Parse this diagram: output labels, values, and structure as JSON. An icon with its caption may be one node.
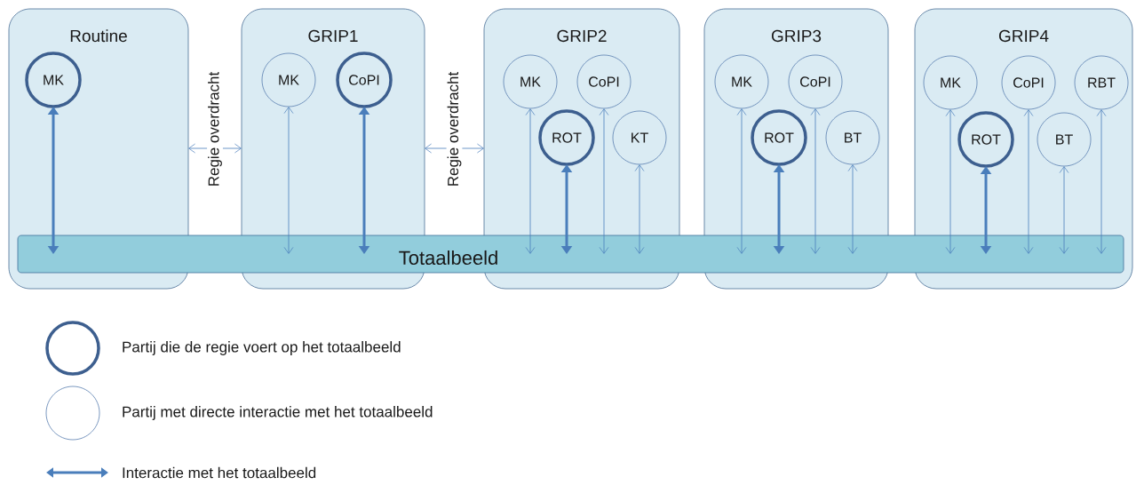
{
  "diagram": {
    "nodes": [
      {
        "text": [
          "Routine"
        ]
      },
      {
        "text": [
          "MK"
        ],
        "in": 0
      },
      {
        "text": [
          "GRIP1"
        ]
      },
      {
        "text": [
          "MK"
        ],
        "in": 2
      },
      {
        "text": [
          "CoPI"
        ],
        "in": 2
      },
      {
        "text": [
          "GRIP2"
        ]
      },
      {
        "text": [
          "MK"
        ],
        "in": 5
      },
      {
        "text": [
          "CoPI"
        ],
        "in": 5
      },
      {
        "text": [
          "ROT"
        ],
        "in": 5
      },
      {
        "text": [
          "KT"
        ],
        "in": 5
      },
      {
        "text": [
          "GRIP3"
        ]
      },
      {
        "text": [
          "MK"
        ],
        "in": 10
      },
      {
        "text": [
          "CoPI"
        ],
        "in": 10
      },
      {
        "text": [
          "ROT"
        ],
        "in": 10
      },
      {
        "text": [
          "BT"
        ],
        "in": 10
      },
      {
        "text": [
          "GRIP4"
        ]
      },
      {
        "text": [
          "MK"
        ],
        "in": 15
      },
      {
        "text": [
          "CoPI"
        ],
        "in": 15
      },
      {
        "text": [
          "RBT"
        ],
        "in": 15
      },
      {
        "text": [
          "ROT"
        ],
        "in": 15
      },
      {
        "text": [
          "BT"
        ],
        "in": 15
      },
      {
        "text": [
          "Totaalbeeld"
        ]
      }
    ],
    "edges": [
      {
        "from": 0,
        "to": 2,
        "arrow": "both",
        "label": "Regie overdracht"
      },
      {
        "from": 2,
        "to": 5,
        "arrow": "both",
        "label": "Regie overdracht"
      },
      {
        "from": 1,
        "to": 21,
        "arrow": "both",
        "style": "thick"
      },
      {
        "from": 3,
        "to": 21,
        "arrow": "both"
      },
      {
        "from": 4,
        "to": 21,
        "arrow": "both",
        "style": "thick"
      },
      {
        "from": 6,
        "to": 21,
        "arrow": "both"
      },
      {
        "from": 7,
        "to": 21,
        "arrow": "both"
      },
      {
        "from": 8,
        "to": 21,
        "arrow": "both",
        "style": "thick"
      },
      {
        "from": 9,
        "to": 21,
        "arrow": "both"
      },
      {
        "from": 11,
        "to": 21,
        "arrow": "both"
      },
      {
        "from": 12,
        "to": 21,
        "arrow": "both"
      },
      {
        "from": 13,
        "to": 21,
        "arrow": "both",
        "style": "thick"
      },
      {
        "from": 14,
        "to": 21,
        "arrow": "both"
      },
      {
        "from": 16,
        "to": 21,
        "arrow": "both"
      },
      {
        "from": 17,
        "to": 21,
        "arrow": "both"
      },
      {
        "from": 18,
        "to": 21,
        "arrow": "both"
      },
      {
        "from": 19,
        "to": 21,
        "arrow": "both",
        "style": "thick"
      },
      {
        "from": 20,
        "to": 21,
        "arrow": "both"
      }
    ],
    "legend": [
      {
        "text": "Partij die de regie voert op het totaalbeeld"
      },
      {
        "text": "Partij met directe interactie met het totaalbeeld"
      },
      {
        "text": "Interactie met het totaalbeeld"
      }
    ]
  }
}
